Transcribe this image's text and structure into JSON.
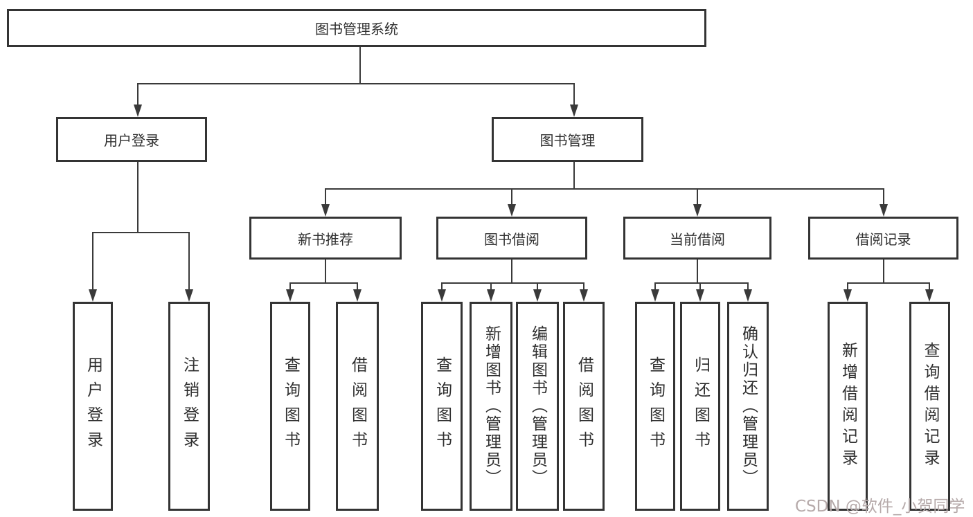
{
  "nodes": {
    "root": {
      "label": "图书管理系统"
    },
    "level2": [
      {
        "label": "用户登录"
      },
      {
        "label": "图书管理"
      }
    ],
    "level3": [
      {
        "label": "新书推荐"
      },
      {
        "label": "图书借阅"
      },
      {
        "label": "当前借阅"
      },
      {
        "label": "借阅记录"
      }
    ],
    "leaves": [
      {
        "label": "用户登录"
      },
      {
        "label": "注销登录"
      },
      {
        "label": "查询图书"
      },
      {
        "label": "借阅图书"
      },
      {
        "label": "查询图书"
      },
      {
        "label": "新增图书（管理员）"
      },
      {
        "label": "编辑图书（管理员）"
      },
      {
        "label": "借阅图书"
      },
      {
        "label": "查询图书"
      },
      {
        "label": "归还图书"
      },
      {
        "label": "确认归还（管理员）"
      },
      {
        "label": "新增借阅记录"
      },
      {
        "label": "查询借阅记录"
      }
    ]
  },
  "watermark": {
    "text": "CSDN @软件_小贺同学",
    "color": "#b6aaaa"
  },
  "colors": {
    "line": "#3a3a3a",
    "border": "#343434",
    "text": "#2f2f2f",
    "background": "#ffffff"
  }
}
